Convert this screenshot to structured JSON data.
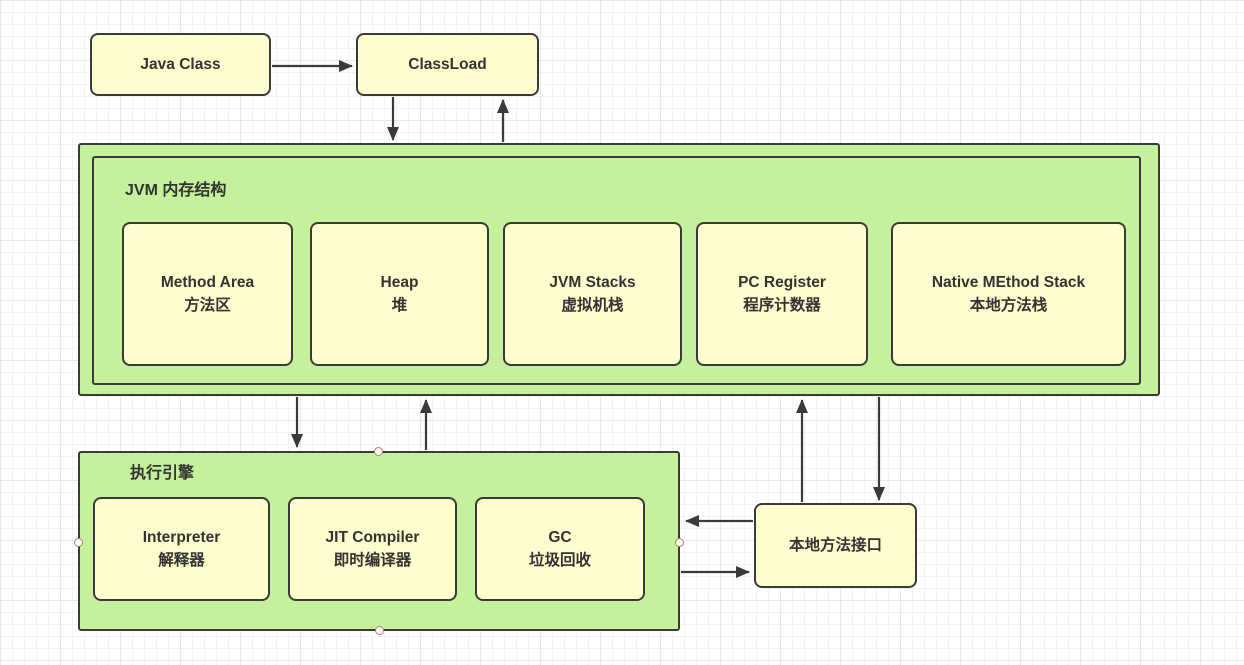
{
  "colors": {
    "node_fill": "#fdfdce",
    "container_fill": "#c6f19c",
    "border": "#3a3a3a",
    "text": "#333333",
    "arrow": "#3a3a3a",
    "handle_border": "#b97a6e",
    "grid_minor": "#f3f3f6",
    "grid_major": "#e7e7ec"
  },
  "nodes": {
    "java_class": {
      "label": "Java Class"
    },
    "class_load": {
      "label": "ClassLoad"
    },
    "native_interface": {
      "label": "本地方法接口"
    }
  },
  "containers": {
    "jvm_memory": {
      "title": "JVM 内存结构",
      "children": [
        {
          "en": "Method Area",
          "zh": "方法区"
        },
        {
          "en": "Heap",
          "zh": "堆"
        },
        {
          "en": "JVM Stacks",
          "zh": "虚拟机栈"
        },
        {
          "en": "PC Register",
          "zh": "程序计数器"
        },
        {
          "en": "Native MEthod Stack",
          "zh": "本地方法栈"
        }
      ]
    },
    "execution_engine": {
      "title": "执行引擎",
      "children": [
        {
          "en": "Interpreter",
          "zh": "解释器"
        },
        {
          "en": "JIT Compiler",
          "zh": "即时编译器"
        },
        {
          "en": "GC",
          "zh": "垃圾回收"
        }
      ]
    }
  },
  "edges": [
    {
      "from": "Java Class",
      "to": "ClassLoad",
      "direction": "right"
    },
    {
      "from": "ClassLoad",
      "to": "JVM 内存结构",
      "direction": "down"
    },
    {
      "from": "JVM 内存结构",
      "to": "ClassLoad",
      "direction": "up"
    },
    {
      "from": "JVM 内存结构",
      "to": "执行引擎",
      "direction": "down"
    },
    {
      "from": "执行引擎",
      "to": "JVM 内存结构",
      "direction": "up"
    },
    {
      "from": "本地方法接口",
      "to": "JVM 内存结构",
      "direction": "up"
    },
    {
      "from": "JVM 内存结构",
      "to": "本地方法接口",
      "direction": "down"
    },
    {
      "from": "本地方法接口",
      "to": "执行引擎",
      "direction": "left"
    },
    {
      "from": "执行引擎",
      "to": "本地方法接口",
      "direction": "right"
    }
  ]
}
